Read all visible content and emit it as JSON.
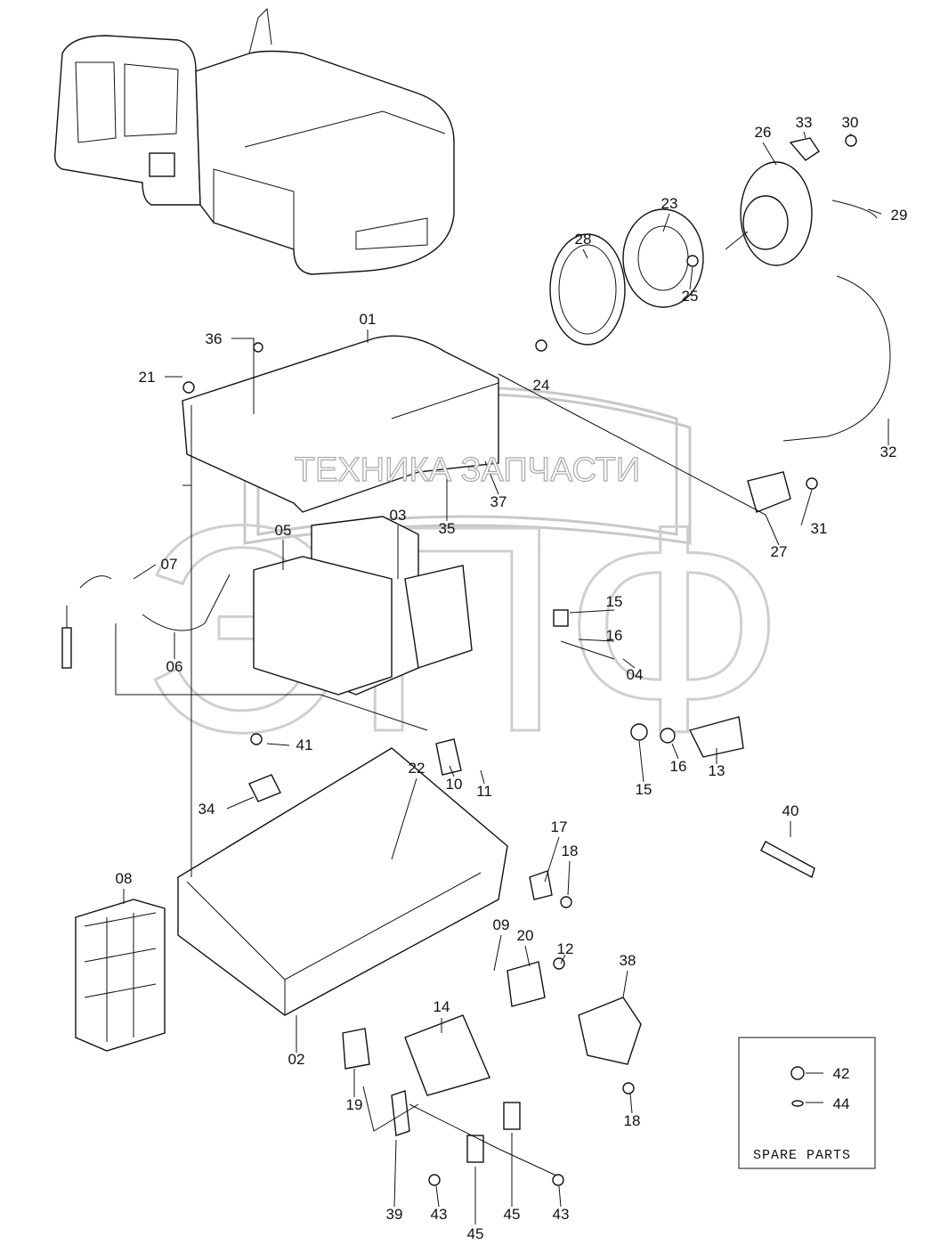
{
  "watermark": {
    "text": "ТЕХНИКА ЗАПЧАСТИ",
    "logo": "ЭПФ"
  },
  "callouts": [
    "33",
    "30",
    "26",
    "23",
    "29",
    "28",
    "25",
    "01",
    "36",
    "24",
    "21",
    "32",
    "37",
    "35",
    "03",
    "31",
    "27",
    "05",
    "07",
    "15",
    "16",
    "06",
    "04",
    "41",
    "15",
    "16",
    "13",
    "22",
    "10",
    "11",
    "34",
    "40",
    "17",
    "18",
    "08",
    "09",
    "20",
    "38",
    "12",
    "02",
    "14",
    "19",
    "18",
    "42",
    "44",
    "39",
    "43",
    "45",
    "45",
    "43"
  ],
  "spare_parts": {
    "title": "SPARE PARTS"
  }
}
